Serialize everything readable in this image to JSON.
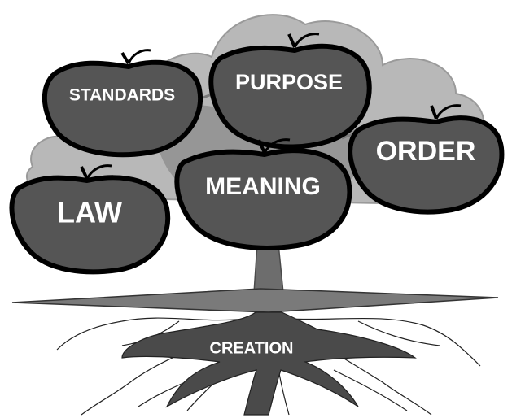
{
  "labels": {
    "standards": "STANDARDS",
    "purpose": "PURPOSE",
    "order": "ORDER",
    "meaning": "MEANING",
    "law": "LAW",
    "creation": "CREATION"
  },
  "colors": {
    "foliage": "#b8b8b8",
    "foliage_dark": "#8f8f8f",
    "apple_fill": "#555555",
    "apple_outline": "#000000",
    "trunk": "#6d6d6d",
    "ground": "#7a7a7a",
    "roots": "#4a4a4a",
    "label_text": "#ffffff"
  }
}
